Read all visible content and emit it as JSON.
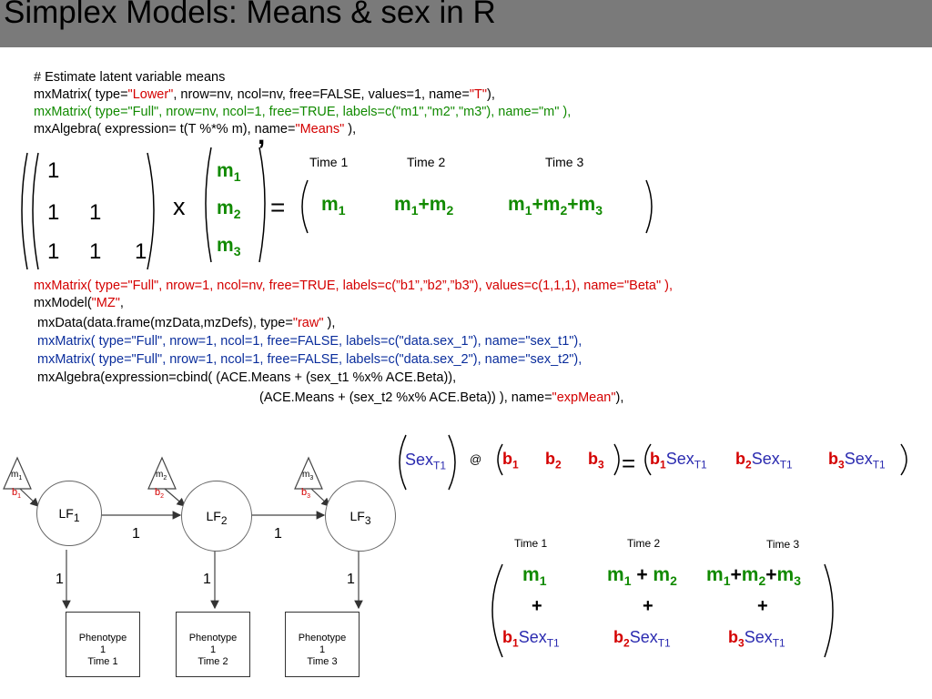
{
  "title": "Simplex Models: Means & sex in R",
  "code1": {
    "comment": "# Estimate latent variable means",
    "l1_a": "mxMatrix(",
    "l1_b": " type=",
    "l1_c": "\"Lower\"",
    "l1_d": ", nrow=nv, ncol=nv, free=FALSE, values=1, name=",
    "l1_e": "\"T\"",
    "l1_f": "),",
    "l2": "mxMatrix( type=\"Full\", nrow=nv, ncol=1, free=TRUE, labels=c(\"m1\",\"m2\",\"m3\"), name=\"m\" ),",
    "l3_a": "mxAlgebra( expression= t(T %*% m), name=",
    "l3_b": "\"Means\"",
    "l3_c": " ),",
    "comma": ","
  },
  "matrix1": {
    "lower": [
      "1",
      "1",
      "1",
      "1",
      "1",
      "1"
    ],
    "x": "x",
    "m": [
      "m",
      "m",
      "m"
    ],
    "m_sub": [
      "1",
      "2",
      "3"
    ],
    "eq": "=",
    "time_labels": [
      "Time 1",
      "Time 2",
      "Time 3"
    ],
    "result": {
      "m": "m",
      "plus": "+",
      "s1": "1",
      "s2": "2",
      "s3": "3"
    }
  },
  "code2": {
    "l1": "mxMatrix( type=\"Full\", nrow=1, ncol=nv, free=TRUE, labels=c(”b1”,”b2”,”b3\"), values=c(1,1,1), name=\"Beta\" ),",
    "l2_a": "mxModel(",
    "l2_b": "\"MZ\"",
    "l2_c": ",",
    "l3_a": "mxData(data.frame(mzData,mzDefs), type=",
    "l3_b": "\"raw\"",
    "l3_c": " ),",
    "l4": "mxMatrix( type=\"Full\", nrow=1, ncol=1, free=FALSE, labels=c(\"data.sex_1\"), name=\"sex_t1\"),",
    "l5": "mxMatrix( type=\"Full\", nrow=1, ncol=1, free=FALSE, labels=c(\"data.sex_2\"), name=\"sex_t2\"),",
    "l6": "mxAlgebra(expression=cbind(   (ACE.Means + (sex_t1 %x% ACE.Beta)),",
    "l7_a": "(ACE.Means + (sex_t2 %x% ACE.Beta)) ), name=",
    "l7_b": "\"expMean\"",
    "l7_c": "),"
  },
  "kron": {
    "sex": "Sex",
    "t1": "T1",
    "at": "@",
    "b": "b",
    "eq": "=",
    "subs": [
      "1",
      "2",
      "3"
    ]
  },
  "bottom": {
    "time_labels": [
      "Time 1",
      "Time 2",
      "Time 3"
    ],
    "m": "m",
    "plus": "+",
    "plus_sp": " + ",
    "b": "b",
    "sex": "Sex",
    "t1": "T1",
    "subs": [
      "1",
      "2",
      "3"
    ]
  },
  "path": {
    "m_nodes": [
      "m",
      "m",
      "m"
    ],
    "b_nodes": [
      "b",
      "b",
      "b"
    ],
    "subs": [
      "1",
      "2",
      "3"
    ],
    "lf": "LF",
    "arrow_labels": [
      "1",
      "1",
      "1",
      "1",
      "1"
    ],
    "pheno": "Phenotype",
    "pheno_num": "1",
    "pheno_time": [
      "Time 1",
      "Time 2",
      "Time 3"
    ]
  },
  "colors": {
    "green": "#118a00",
    "red": "#d40000",
    "blue": "#0a2d9c",
    "title_bar": "#7a7a7a"
  }
}
